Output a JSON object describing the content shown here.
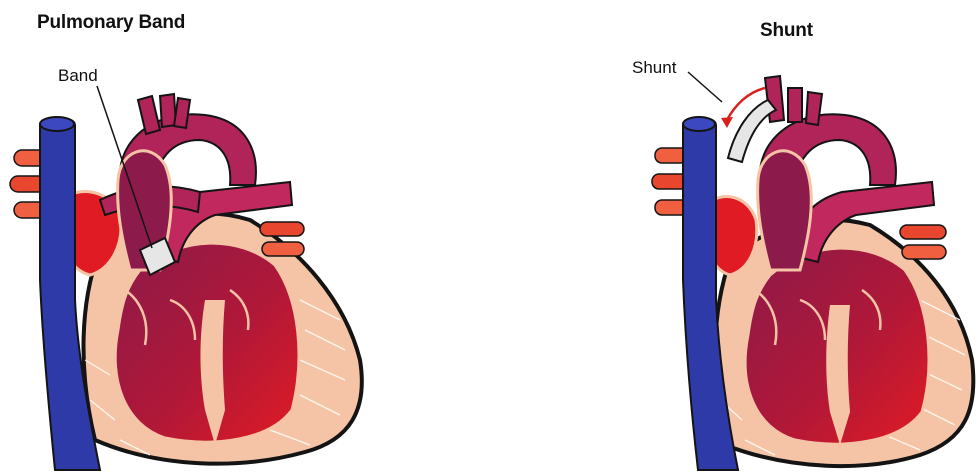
{
  "panels": [
    {
      "title": "Pulmonary Band",
      "callout": "Band"
    },
    {
      "title": "Shunt",
      "callout": "Shunt"
    }
  ],
  "colors": {
    "deoxygenated": "#2e3aa8",
    "oxygenated": "#e01b24",
    "mixed": "#8c1a4a",
    "vessel": "#b0245a",
    "tissue": "#f5c4a6",
    "outline": "#141414",
    "band": "#e6e6e6"
  }
}
